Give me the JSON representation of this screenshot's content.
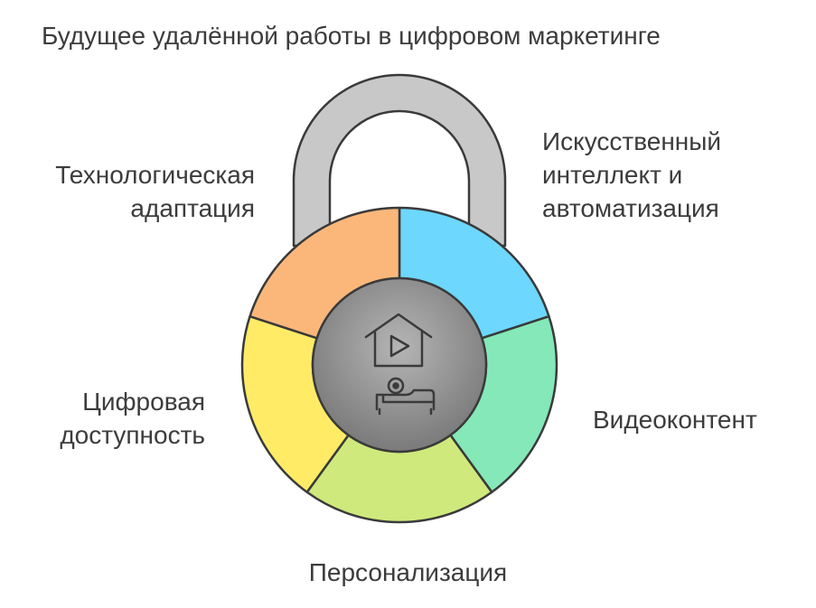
{
  "title": "Будущее удалённой работы в цифровом маркетинге",
  "segments": [
    {
      "id": "tech",
      "lines": [
        "Технологическая",
        "адаптация"
      ],
      "color": "#fbb77a"
    },
    {
      "id": "ai",
      "lines": [
        "Искусственный",
        "интеллект и",
        "автоматизация"
      ],
      "color": "#6dd7fd"
    },
    {
      "id": "video",
      "lines": [
        "Видеоконтент"
      ],
      "color": "#84e8b8"
    },
    {
      "id": "pers",
      "lines": [
        "Персонализация"
      ],
      "color": "#cfe97c"
    },
    {
      "id": "digital",
      "lines": [
        "Цифровая",
        "доступность"
      ],
      "color": "#ffeb66"
    }
  ],
  "colors": {
    "shackle": "#c8c8c8",
    "outline": "#3a3a3a",
    "hub": "#8a8a8a"
  },
  "icons": {
    "hub": "home-video-icon"
  }
}
